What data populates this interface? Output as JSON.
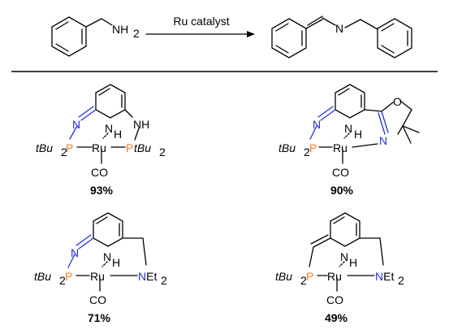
{
  "reaction": {
    "reactant_label": "NH",
    "reactant_sub": "2",
    "arrow_label": "Ru catalyst",
    "product_atom": "N"
  },
  "complexes": [
    {
      "ligand_top": "NH",
      "left_group": "tBu",
      "left_sub": "2",
      "right_group": "tBu",
      "right_sub": "2",
      "metal": "Ru",
      "hydride": "H",
      "carbonyl": "CO",
      "yield": "93%"
    },
    {
      "ring_atom": "O",
      "left_group": "tBu",
      "left_sub": "2",
      "metal": "Ru",
      "hydride": "H",
      "carbonyl": "CO",
      "yield": "90%"
    },
    {
      "left_group": "tBu",
      "left_sub": "2",
      "amine": "NEt",
      "amine_sub": "2",
      "metal": "Ru",
      "hydride": "H",
      "carbonyl": "CO",
      "yield": "71%"
    },
    {
      "left_group": "tBu",
      "left_sub": "2",
      "amine": "NEt",
      "amine_sub": "2",
      "metal": "Ru",
      "hydride": "H",
      "carbonyl": "CO",
      "yield": "49%"
    }
  ],
  "atoms": {
    "N": "N",
    "P": "P"
  },
  "colors": {
    "nitrogen": "#2230d6",
    "phosphorus": "#f07f2a"
  }
}
